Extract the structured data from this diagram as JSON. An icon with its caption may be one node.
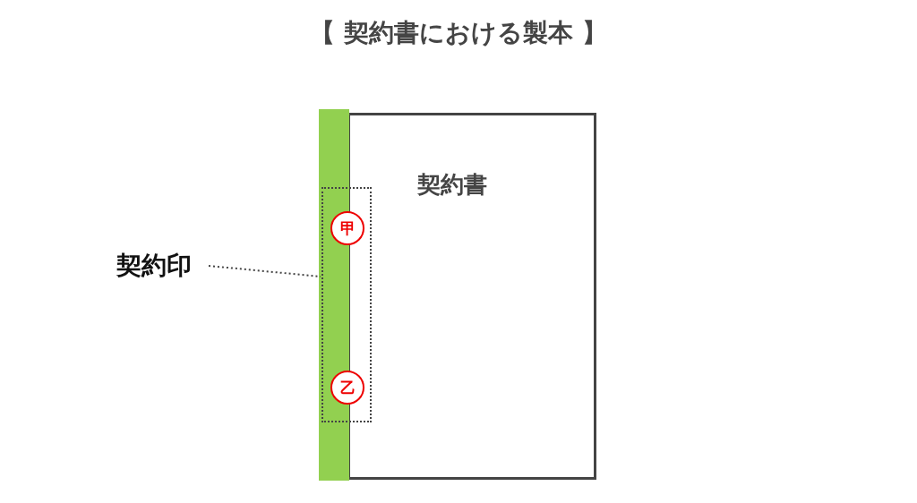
{
  "diagram": {
    "title": "【 契約書における製本 】",
    "nodes": [
      {
        "text": [
          "契約書"
        ]
      },
      {
        "text": [],
        "shape": "box"
      },
      {
        "text": [
          "甲"
        ],
        "in": 1
      },
      {
        "text": [
          "乙"
        ],
        "in": 1
      },
      {
        "text": [
          "契約印"
        ]
      }
    ],
    "edges": [
      {
        "from": 4,
        "to": 1,
        "arrow": "none",
        "style": "dashed"
      }
    ]
  }
}
